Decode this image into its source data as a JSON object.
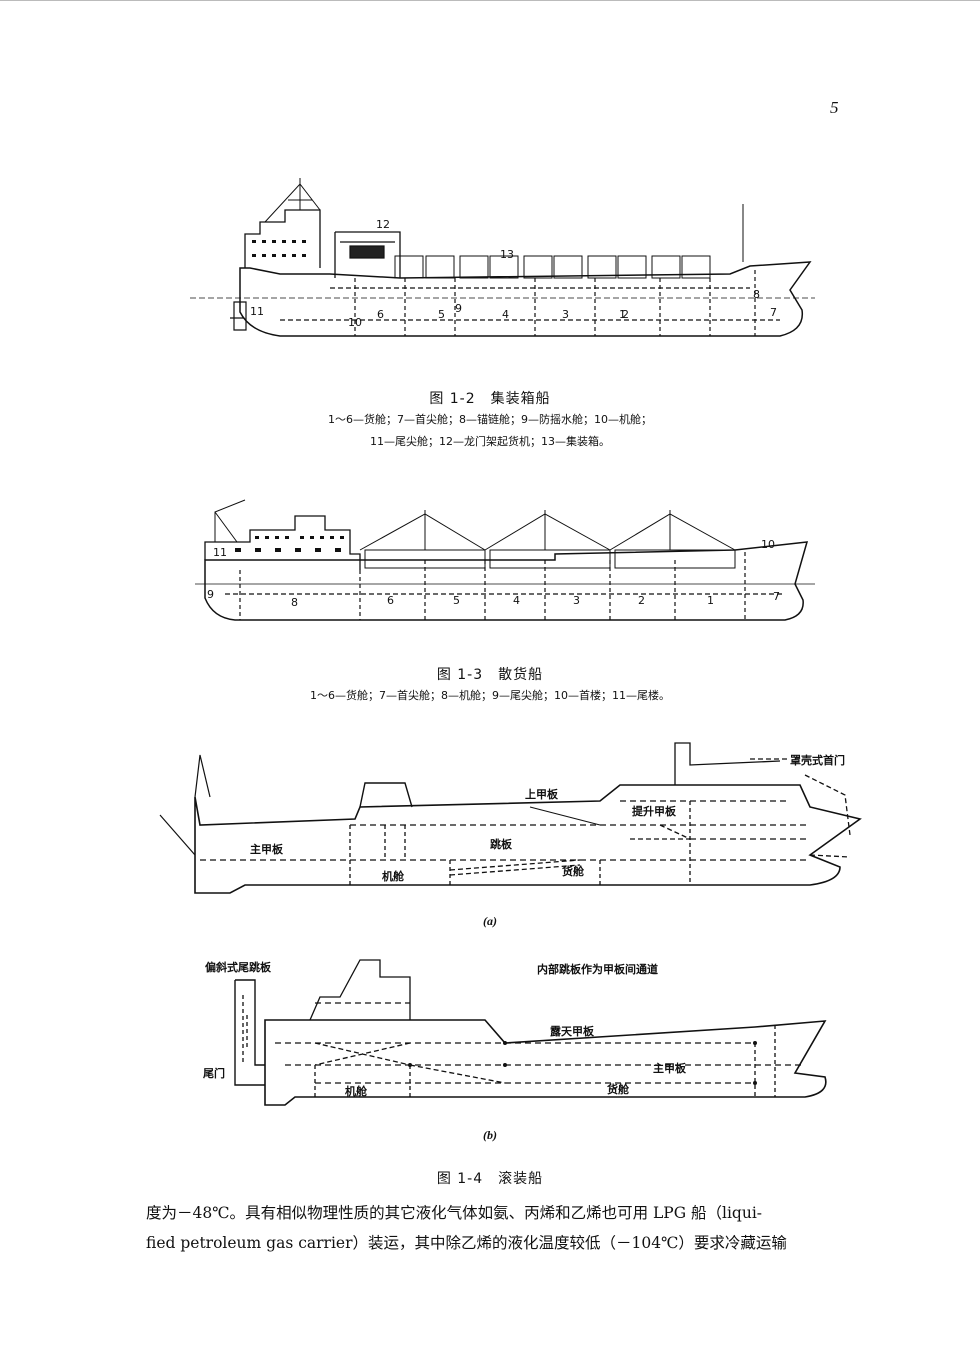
{
  "page": {
    "number": "5"
  },
  "fig_1_2": {
    "caption": "图 1-2　集装箱船",
    "legend_line1": "1～6—货舱；7—首尖舱；8—锚链舱；9—防摇水舱；10—机舱；",
    "legend_line2": "11—尾尖舱；12—龙门架起货机；13—集装箱。",
    "labels": {
      "l1": "1",
      "l2": "2",
      "l3": "3",
      "l4": "4",
      "l5": "5",
      "l6": "6",
      "l7": "7",
      "l8": "8",
      "l9": "9",
      "l10": "10",
      "l11": "11",
      "l12": "12",
      "l13": "13"
    }
  },
  "fig_1_3": {
    "caption": "图 1-3　散货船",
    "legend": "1～6—货舱；7—首尖舱；8—机舱；9—尾尖舱；10—首楼；11—尾楼。",
    "labels": {
      "l1": "1",
      "l2": "2",
      "l3": "3",
      "l4": "4",
      "l5": "5",
      "l6": "6",
      "l7": "7",
      "l8": "8",
      "l9": "9",
      "l10": "10",
      "l11": "11"
    }
  },
  "fig_1_4": {
    "caption": "图 1-4　滚装船",
    "a": {
      "sublabel": "(a)",
      "labels": {
        "bow_door": "罩壳式首门",
        "upper_deck": "上甲板",
        "lift_deck": "提升甲板",
        "main_deck": "主甲板",
        "ramp": "跳板",
        "engine_room": "机舱",
        "cargo_hold": "货舱"
      }
    },
    "b": {
      "sublabel": "(b)",
      "labels": {
        "stern_ramp": "偏斜式尾跳板",
        "internal_ramp": "内部跳板作为甲板间通道",
        "weather_deck": "露天甲板",
        "main_deck": "主甲板",
        "stern_door": "尾门",
        "engine_room": "机舱",
        "cargo_hold": "货舱"
      }
    }
  },
  "body": {
    "line1": "度为－48℃。具有相似物理性质的其它液化气体如氨、丙烯和乙烯也可用 LPG 船（liqui-",
    "line2": "fied petroleum gas carrier）装运，其中除乙烯的液化温度较低（－104℃）要求冷藏运输"
  }
}
